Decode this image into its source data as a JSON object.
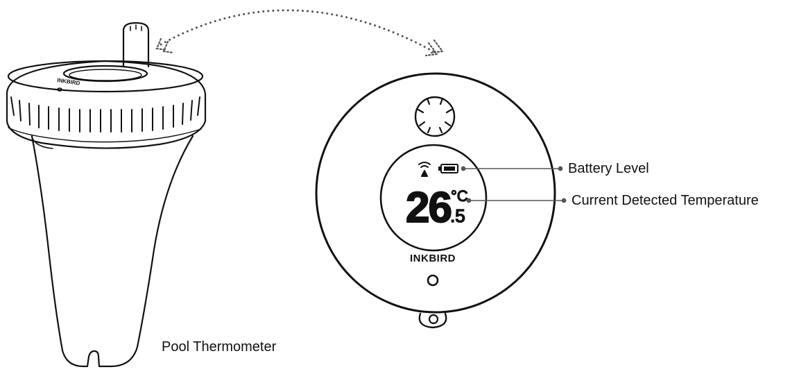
{
  "colors": {
    "stroke": "#111111",
    "background": "#ffffff"
  },
  "pool_thermometer": {
    "brand": "INKBIRD",
    "label": "Pool Thermometer"
  },
  "display_unit": {
    "brand": "INKBIRD",
    "temperature_integer": "26",
    "temperature_decimal": ".5",
    "temperature_unit": "°C",
    "icons": [
      "wifi-icon",
      "battery-icon"
    ]
  },
  "callouts": {
    "battery": "Battery Level",
    "temperature": "Current Detected Temperature"
  }
}
